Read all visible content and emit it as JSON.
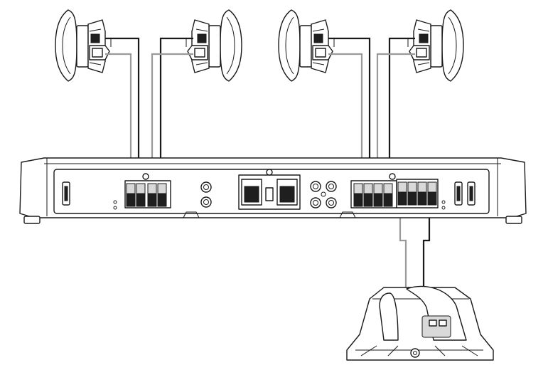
{
  "figure": {
    "description_text": "",
    "speakers": [
      {
        "id": "speaker-1",
        "orientation": "facing-right"
      },
      {
        "id": "speaker-2",
        "orientation": "facing-left"
      },
      {
        "id": "speaker-3",
        "orientation": "facing-right"
      },
      {
        "id": "speaker-4",
        "orientation": "facing-left"
      }
    ],
    "amplifier": {
      "left_terminal_count": 4,
      "right_speaker_terminal_count": 4,
      "right_sub_terminal_count": 4
    },
    "subwoofer": {
      "id": "subwoofer"
    },
    "colors": {
      "positive_wire": "#1a1a1a",
      "negative_wire": "#9a9a9a",
      "outline": "#1a1a1a",
      "background": "#ffffff"
    }
  }
}
